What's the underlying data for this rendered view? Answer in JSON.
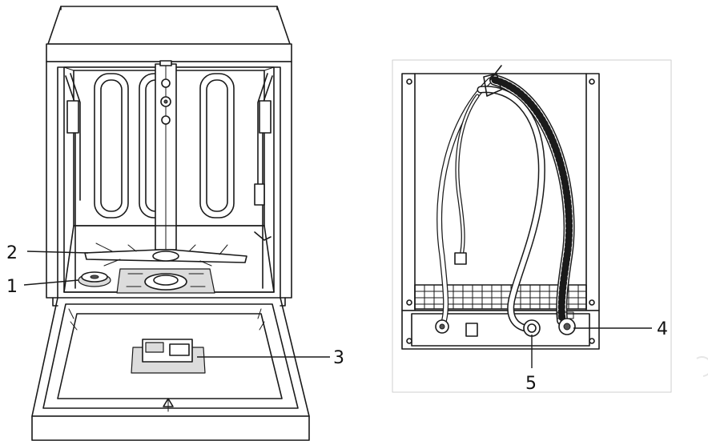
{
  "callouts": {
    "c1": "1",
    "c2": "2",
    "c3": "3",
    "c4": "4",
    "c5": "5"
  },
  "colors": {
    "line": "#1a1a1a",
    "background": "#ffffff",
    "panel_fill": "#dcdcdc"
  }
}
